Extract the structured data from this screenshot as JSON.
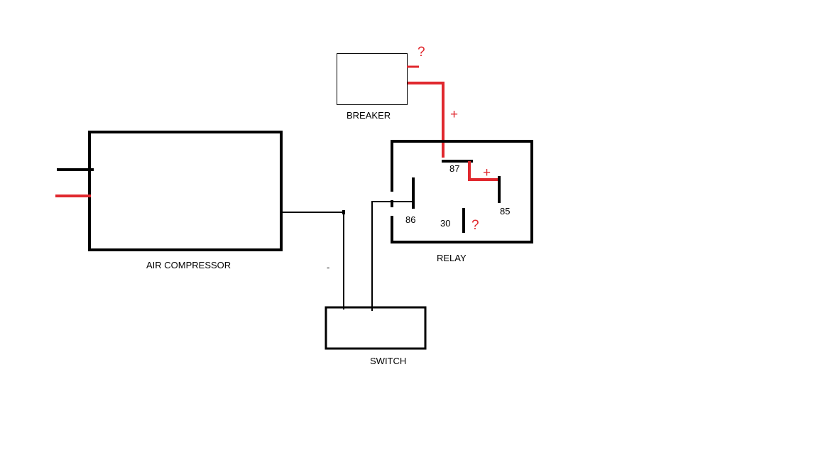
{
  "colors": {
    "wire": "#000000",
    "positive": "#e0282e",
    "label": "#000000"
  },
  "components": {
    "air_compressor": "AIR COMPRESSOR",
    "breaker": "BREAKER",
    "relay": "RELAY",
    "switch": "SWITCH"
  },
  "relay_pins": {
    "pin_87": "87",
    "pin_86": "86",
    "pin_85": "85",
    "pin_30": "30"
  },
  "annotations": {
    "breaker_question": "?",
    "breaker_plus": "+",
    "relay_plus": "+",
    "pin30_question": "?",
    "ground_minus": "-"
  }
}
